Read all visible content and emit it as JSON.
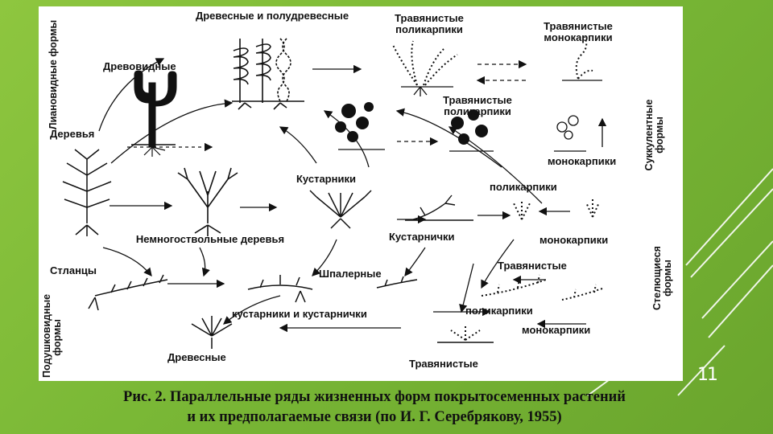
{
  "figure": {
    "labels": {
      "liana_forms": "Лиановидные формы",
      "woody_semiwoody": "Древесные и полудревесные",
      "herb_polycarpics_top": "Травянистые поликарпики",
      "herb_monocarpics_top": "Травянистые монокарпики",
      "treelike": "Древовидные",
      "trees": "Деревья",
      "herb_polycarpics_mid": "Травянистые поликарпики",
      "succulent_forms": "Суккулентные формы",
      "monocarpics_mid": "монокарпики",
      "shrubs": "Кустарники",
      "polycarpics_right": "поликарпики",
      "subshrubs": "Кустарнички",
      "monocarpics_right": "монокарпики",
      "multistem_trees": "Немногоствольные деревья",
      "stlanets": "Стланцы",
      "trellis": "Шпалерные",
      "herbaceous_low": "Травянистые",
      "creeping_forms": "Стелющиеся формы",
      "cushion_forms": "Подушковидные формы",
      "shrubs_and_subshrubs": "кустарники и кустарнички",
      "polycarpics_low": "поликарпики",
      "monocarpics_low": "монокарпики",
      "woody_bottom": "Древесные",
      "herbaceous_bottom": "Травянистые"
    }
  },
  "page_number": "11",
  "caption": {
    "line1": "Рис. 2. Параллельные ряды жизненных форм покрытосеменных растений",
    "line2": "и их предполагаемые связи (по И. Г. Серебрякову, 1955)"
  },
  "colors": {
    "background": "#7ab836",
    "figure_bg": "#ffffff",
    "ink": "#111111"
  }
}
